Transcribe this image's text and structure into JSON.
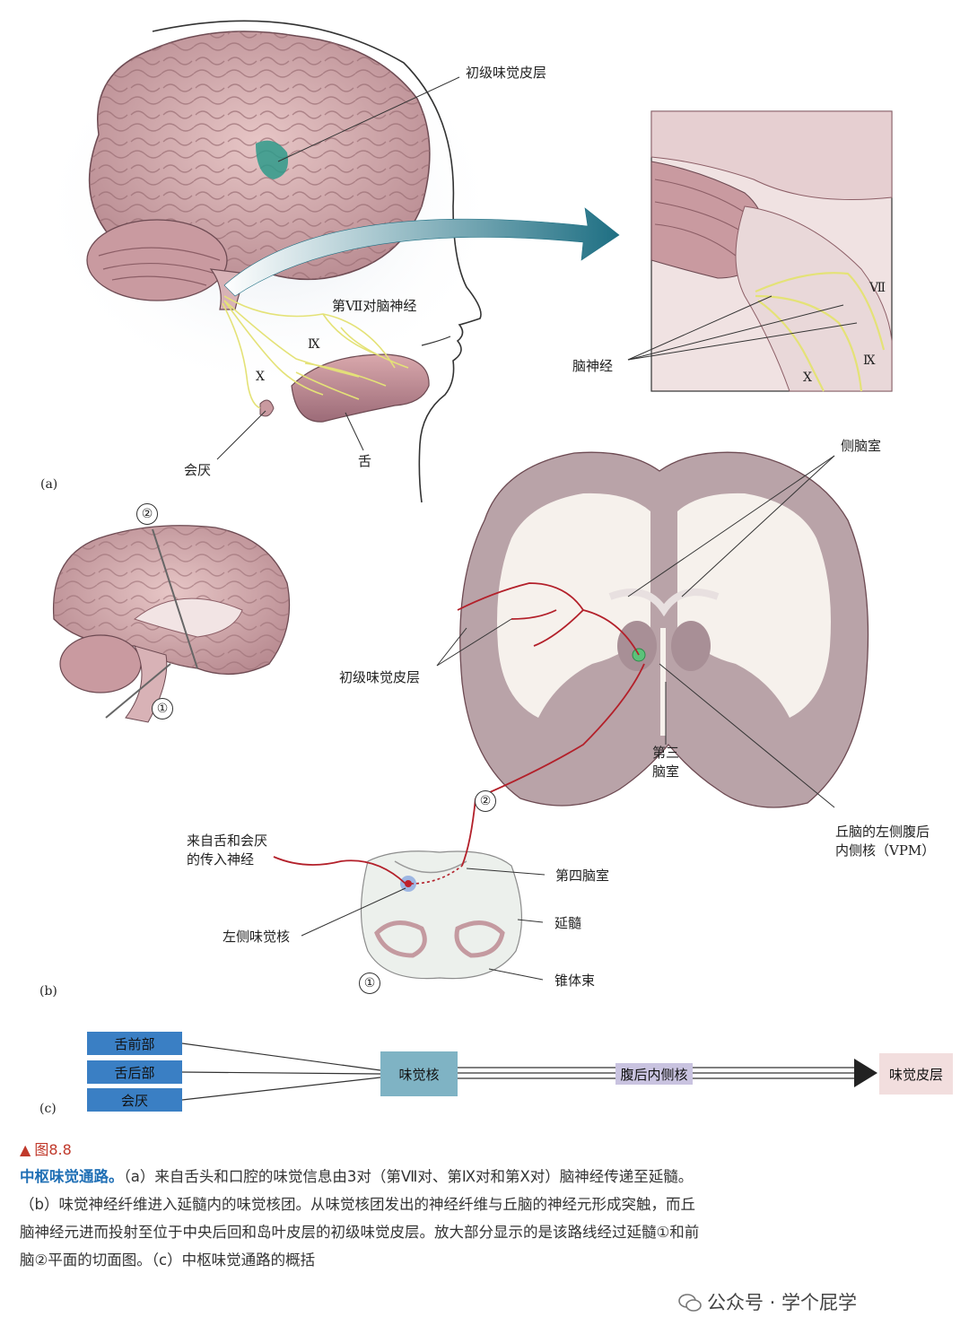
{
  "panel_a": {
    "letter": "(a)",
    "labels": {
      "primary_cortex": "初级味觉皮层",
      "cranial_vii": "第Ⅶ对脑神经",
      "roman_ix": "Ⅸ",
      "roman_x": "X",
      "epiglottis": "会厌",
      "tongue": "舌",
      "inset_vii": "Ⅶ",
      "inset_ix": "Ⅸ",
      "inset_x": "X",
      "cranial_nerves": "脑神经"
    }
  },
  "panel_b": {
    "letter": "(b)",
    "labels": {
      "lateral_ventricle": "侧脑室",
      "primary_cortex": "初级味觉皮层",
      "third_ventricle_1": "第三",
      "third_ventricle_2": "脑室",
      "vpm_1": "丘脑的左侧腹后",
      "vpm_2": "内侧核（VPM）",
      "afferent_1": "来自舌和会厌",
      "afferent_2": "的传入神经",
      "fourth_ventricle": "第四脑室",
      "medulla": "延髓",
      "left_gustatory_nucleus": "左侧味觉核",
      "pyramidal_tract": "锥体束",
      "circle_1": "①",
      "circle_2": "②"
    }
  },
  "panel_c": {
    "letter": "(c)",
    "boxes": {
      "anterior_tongue": "舌前部",
      "posterior_tongue": "舌后部",
      "epiglottis": "会厌",
      "gustatory_nucleus": "味觉核",
      "vpm": "腹后内侧核",
      "gustatory_cortex": "味觉皮层"
    },
    "colors": {
      "input_box": "#3a7fc4",
      "nucleus_box": "#7fb3c4",
      "vpm_box": "#c9c3e0",
      "cortex_box": "#f2dede"
    }
  },
  "caption": {
    "figure_tag": "图8.8",
    "title": "中枢味觉通路。",
    "body": "（a）来自舌头和口腔的味觉信息由3对（第Ⅶ对、第Ⅸ对和第X对）脑神经传递至延髓。（b）味觉神经纤维进入延髓内的味觉核团。从味觉核团发出的神经纤维与丘脑的神经元形成突触，而丘脑神经元进而投射至位于中央后回和岛叶皮层的初级味觉皮层。放大部分显示的是该路线经过延髓①和前脑②平面的切面图。（c）中枢味觉通路的概括"
  },
  "watermark": "公众号 · 学个屁学"
}
